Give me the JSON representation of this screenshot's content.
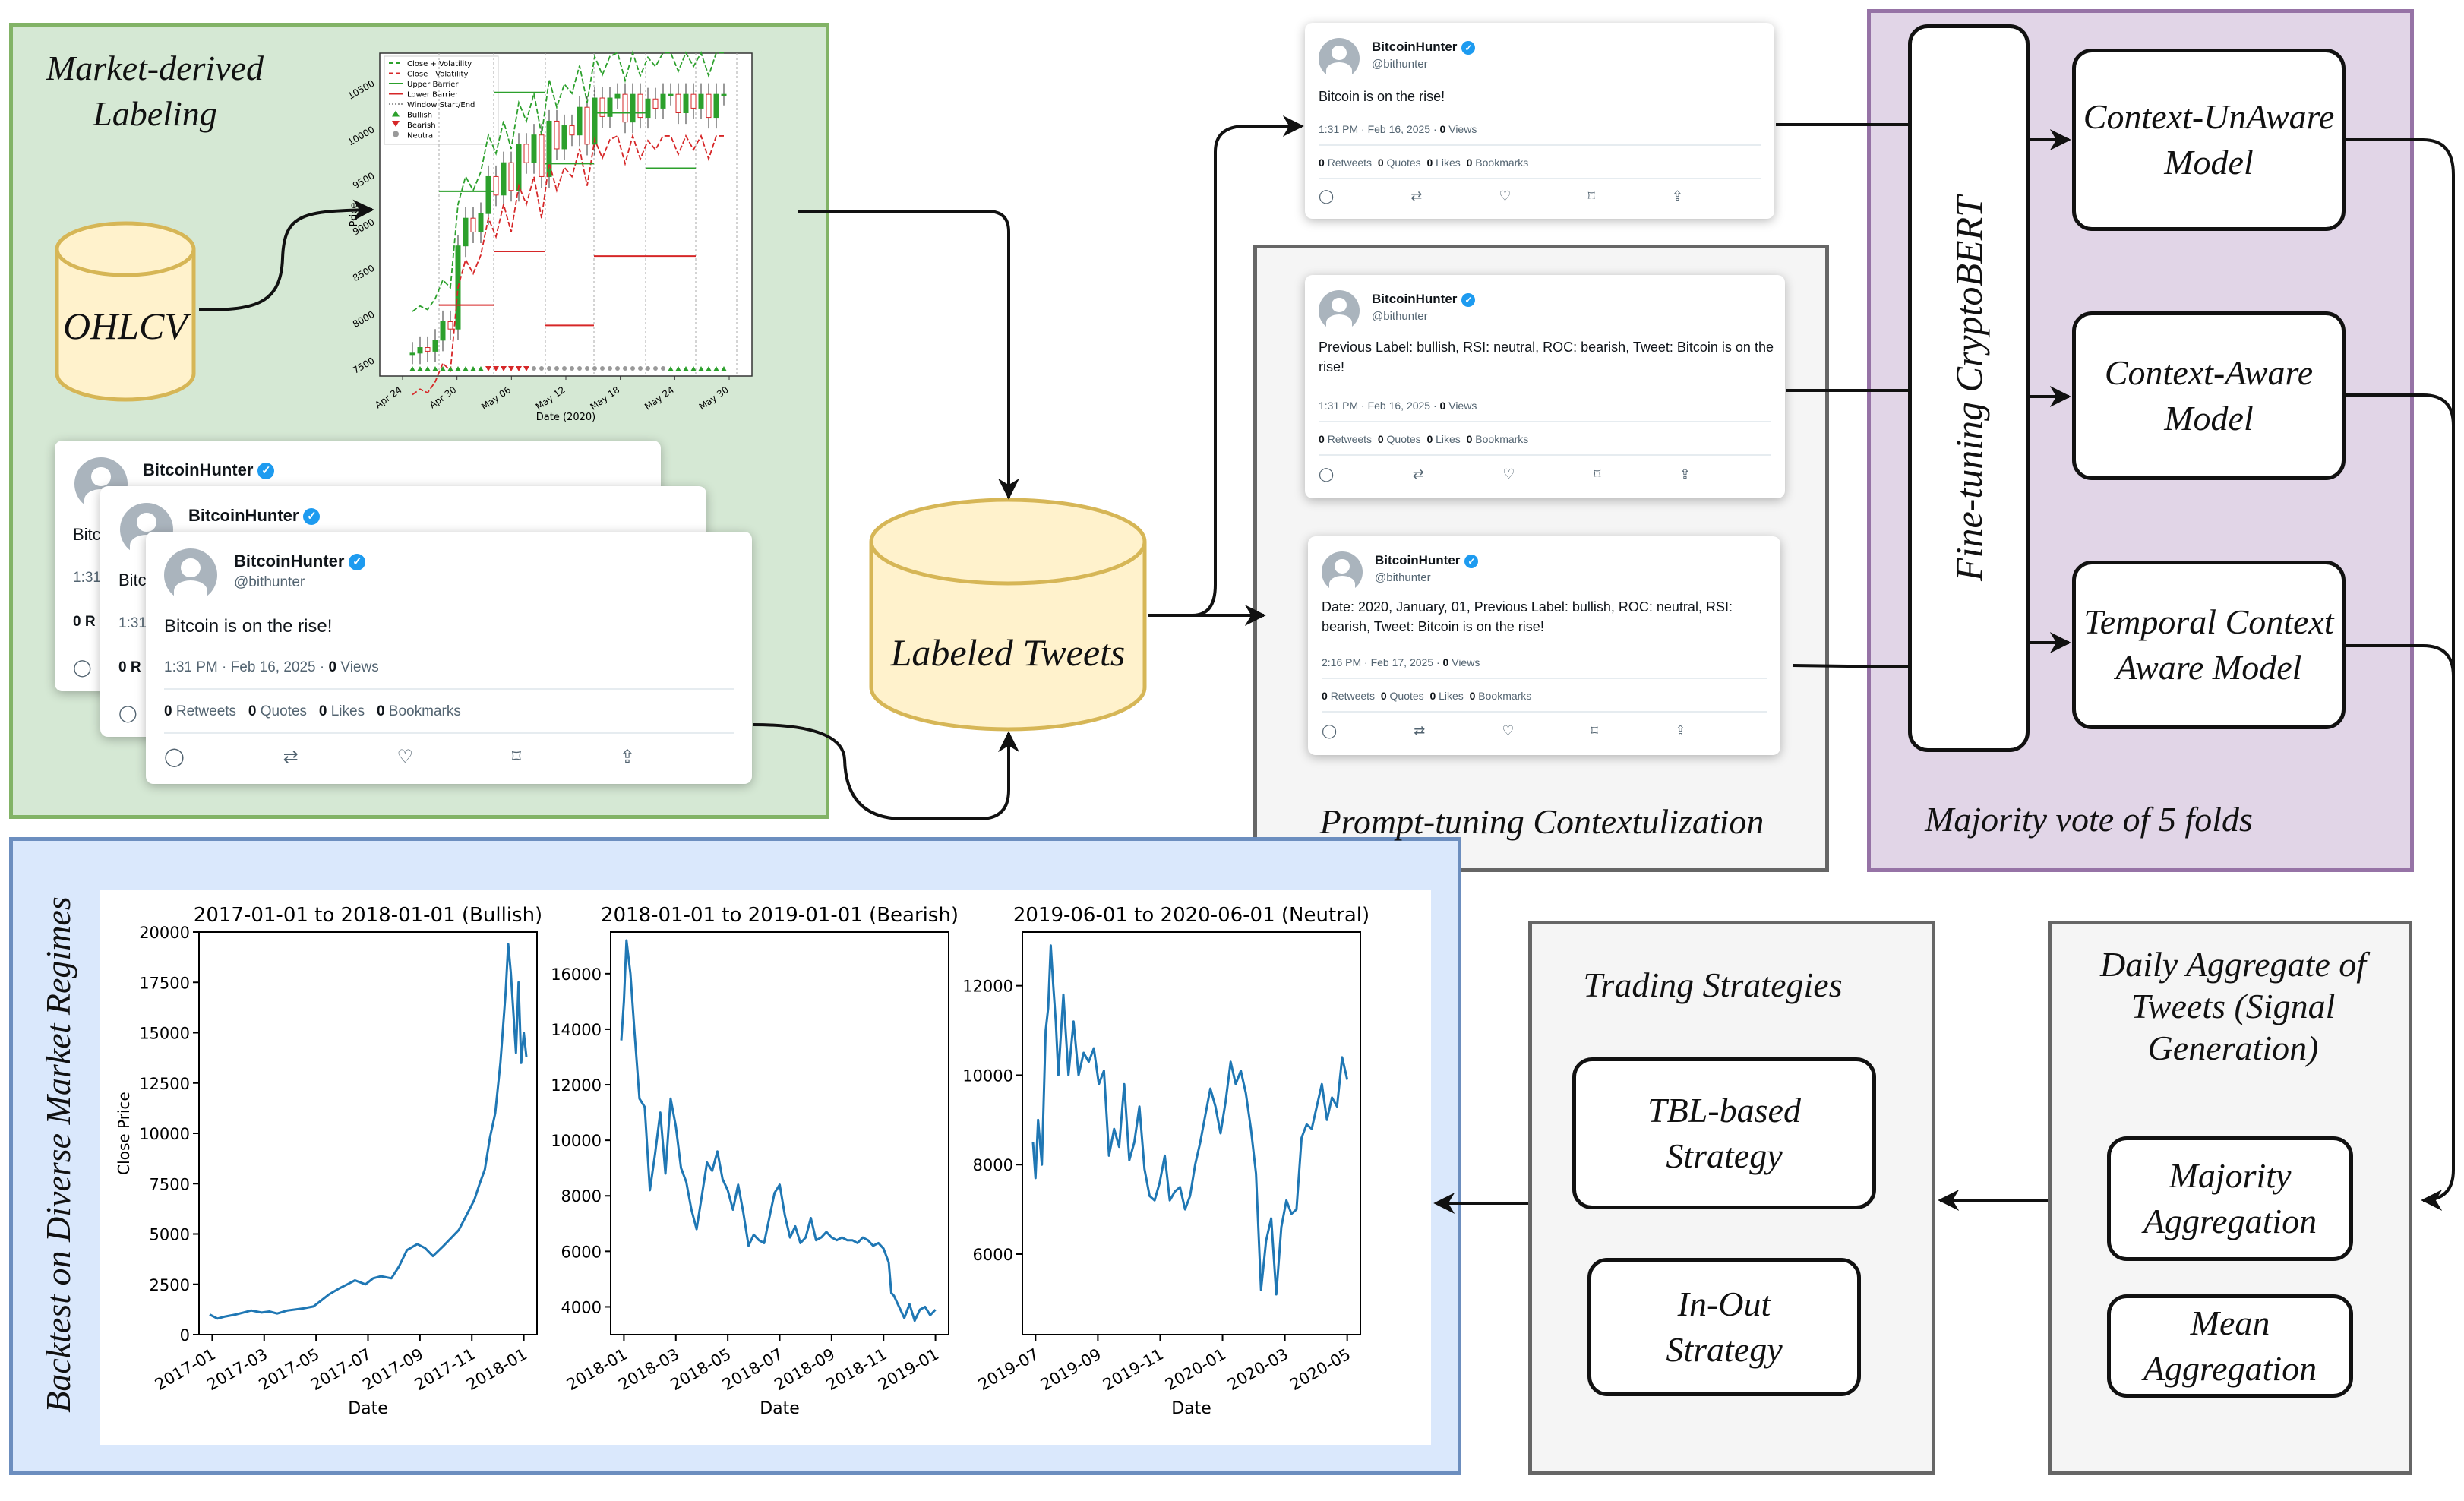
{
  "colors": {
    "green_region": "#d5e8d4",
    "green_border": "#82b366",
    "purple_region": "#e1d5e7",
    "purple_border": "#9673a6",
    "blue_region": "#dae8fc",
    "blue_border": "#6c8ebf",
    "gray_region": "#f5f5f5",
    "gray_border": "#666666",
    "cylinder_fill": "#fff2cc",
    "cylinder_border": "#d6b656",
    "line_color": "#1f77b4"
  },
  "labels": {
    "market_labeling": "Market-derived\nLabeling",
    "ohlcv": "OHLCV",
    "labeled_tweets": "Labeled Tweets",
    "prompt_tuning": "Prompt-tuning Contextulization",
    "fine_tuning": "Fine-tuning CryptoBERT",
    "majority_vote": "Majority vote of 5 folds",
    "backtest": "Backtest on Diverse Market Regimes",
    "trading_strategies": "Trading Strategies",
    "daily_aggregate": "Daily Aggregate of\nTweets (Signal\nGeneration)"
  },
  "models": [
    {
      "label": "Context-UnAware\nModel"
    },
    {
      "label": "Context-Aware\nModel"
    },
    {
      "label": "Temporal Context\nAware Model"
    }
  ],
  "strategies": [
    {
      "label": "TBL-based\nStrategy"
    },
    {
      "label": "In-Out\nStrategy"
    }
  ],
  "aggregations": [
    {
      "label": "Majority\nAggregation"
    },
    {
      "label": "Mean\nAggregation"
    }
  ],
  "tweet_common": {
    "name": "BitcoinHunter",
    "handle": "@bithunter",
    "verified_icon": "check",
    "stats_retweets": "0",
    "stats_retweets_label": "Retweets",
    "stats_quotes": "0",
    "stats_quotes_label": "Quotes",
    "stats_likes": "0",
    "stats_likes_label": "Likes",
    "stats_bookmarks": "0",
    "stats_bookmarks_label": "Bookmarks",
    "views_count": "0",
    "views_label": "Views"
  },
  "tweets": {
    "stack_back1": {
      "text_fragment": "Bitc",
      "time_fragment": "1:31",
      "stats_fragment": "0 R"
    },
    "stack_back2": {
      "text_fragment": "Bitc",
      "time_fragment": "1:31",
      "stats_fragment": "0 R"
    },
    "stack_front": {
      "text": "Bitcoin is on the rise!",
      "time": "1:31 PM · Feb 16, 2025"
    },
    "top": {
      "text": "Bitcoin is on the rise!",
      "time": "1:31 PM · Feb 16, 2025"
    },
    "context": {
      "text": "Previous Label: bullish, RSI: neutral, ROC: bearish, Tweet: Bitcoin is on the rise!",
      "time": "1:31 PM · Feb 16, 2025"
    },
    "temporal": {
      "text": "Date: 2020, January, 01, Previous Label: bullish, ROC: neutral, RSI: bearish, Tweet: Bitcoin is on the rise!",
      "time": "2:16 PM · Feb 17, 2025"
    }
  },
  "chart_data": [
    {
      "type": "line",
      "title": "2017-01-01 to 2018-01-01 (Bullish)",
      "xlabel": "Date",
      "ylabel": "Close Price",
      "ylim": [
        0,
        20000
      ],
      "yticks": [
        0,
        2500,
        5000,
        7500,
        10000,
        12500,
        15000,
        17500,
        20000
      ],
      "xticks": [
        "2017-01",
        "2017-03",
        "2017-05",
        "2017-07",
        "2017-09",
        "2017-11",
        "2018-01"
      ],
      "xrange_months": [
        0,
        12.2
      ],
      "series": [
        {
          "x": [
            0,
            0.3,
            0.6,
            1,
            1.3,
            1.6,
            2,
            2.3,
            2.6,
            3,
            3.3,
            3.6,
            4,
            4.3,
            4.6,
            5,
            5.3,
            5.6,
            6,
            6.3,
            6.6,
            7,
            7.3,
            7.6,
            8,
            8.3,
            8.6,
            9,
            9.3,
            9.6,
            10,
            10.2,
            10.4,
            10.6,
            10.8,
            11,
            11.2,
            11.4,
            11.5,
            11.6,
            11.7,
            11.8,
            11.9,
            12,
            12.1,
            12.2
          ],
          "y": [
            1000,
            800,
            900,
            1000,
            1100,
            1200,
            1100,
            1150,
            1050,
            1200,
            1250,
            1300,
            1400,
            1700,
            2000,
            2300,
            2500,
            2700,
            2500,
            2800,
            2900,
            2800,
            3400,
            4200,
            4500,
            4300,
            3900,
            4400,
            4800,
            5200,
            6200,
            6700,
            7500,
            8200,
            9800,
            11000,
            13500,
            17000,
            19400,
            18000,
            16000,
            14000,
            17500,
            13500,
            15000,
            13800
          ]
        }
      ]
    },
    {
      "type": "line",
      "title": "2018-01-01 to 2019-01-01 (Bearish)",
      "xlabel": "Date",
      "ylabel": "",
      "ylim": [
        3000,
        17500
      ],
      "yticks": [
        4000,
        6000,
        8000,
        10000,
        12000,
        14000,
        16000
      ],
      "xticks": [
        "2018-01",
        "2018-03",
        "2018-05",
        "2018-07",
        "2018-09",
        "2018-11",
        "2019-01"
      ],
      "xrange_months": [
        0,
        12.2
      ],
      "series": [
        {
          "x": [
            0,
            0.1,
            0.2,
            0.35,
            0.5,
            0.7,
            0.9,
            1.1,
            1.3,
            1.5,
            1.7,
            1.9,
            2.1,
            2.3,
            2.5,
            2.7,
            2.9,
            3.1,
            3.3,
            3.5,
            3.7,
            3.9,
            4.1,
            4.3,
            4.5,
            4.7,
            4.9,
            5.1,
            5.3,
            5.5,
            5.7,
            5.9,
            6.1,
            6.3,
            6.5,
            6.7,
            6.9,
            7.1,
            7.3,
            7.5,
            7.7,
            7.9,
            8.1,
            8.3,
            8.5,
            8.7,
            8.9,
            9.1,
            9.3,
            9.5,
            9.7,
            9.9,
            10.1,
            10.3,
            10.4,
            10.5,
            10.6,
            10.7,
            10.9,
            11.1,
            11.3,
            11.5,
            11.7,
            11.9,
            12.1
          ],
          "y": [
            13600,
            15000,
            17200,
            16000,
            14000,
            11500,
            11200,
            8200,
            9500,
            11000,
            8800,
            11500,
            10500,
            9000,
            8500,
            7500,
            6800,
            8000,
            9200,
            8900,
            9600,
            8600,
            8200,
            7500,
            8400,
            7400,
            6200,
            6600,
            6400,
            6300,
            7200,
            8100,
            8400,
            7300,
            6500,
            6900,
            6300,
            6500,
            7200,
            6400,
            6500,
            6700,
            6500,
            6400,
            6500,
            6400,
            6400,
            6300,
            6500,
            6400,
            6200,
            6300,
            6100,
            5600,
            4500,
            4400,
            4200,
            4000,
            3600,
            4100,
            3500,
            3900,
            4000,
            3700,
            3900
          ]
        }
      ]
    },
    {
      "type": "line",
      "title": "2019-06-01 to 2020-06-01 (Neutral)",
      "xlabel": "Date",
      "ylabel": "",
      "ylim": [
        4200,
        13200
      ],
      "yticks": [
        6000,
        8000,
        10000,
        12000
      ],
      "xticks": [
        "2019-07",
        "2019-09",
        "2019-11",
        "2020-01",
        "2020-03",
        "2020-05"
      ],
      "xrange_months": [
        0,
        12.5
      ],
      "series": [
        {
          "x": [
            0,
            0.1,
            0.2,
            0.35,
            0.5,
            0.6,
            0.7,
            0.8,
            0.9,
            1,
            1.2,
            1.4,
            1.6,
            1.8,
            2,
            2.2,
            2.4,
            2.6,
            2.8,
            3,
            3.2,
            3.4,
            3.6,
            3.8,
            4,
            4.2,
            4.4,
            4.6,
            4.8,
            5,
            5.2,
            5.4,
            5.6,
            5.8,
            6,
            6.2,
            6.4,
            6.6,
            6.8,
            7,
            7.2,
            7.4,
            7.6,
            7.8,
            8,
            8.2,
            8.4,
            8.6,
            8.8,
            9,
            9.2,
            9.4,
            9.6,
            9.8,
            10,
            10.2,
            10.4,
            10.6,
            10.8,
            11,
            11.2,
            11.4,
            11.6,
            11.8,
            12,
            12.2,
            12.4
          ],
          "y": [
            8500,
            7700,
            9000,
            8000,
            11000,
            11500,
            12900,
            12000,
            11200,
            10000,
            11800,
            10000,
            11200,
            10000,
            10500,
            10300,
            10600,
            9800,
            10100,
            8200,
            8800,
            8400,
            9800,
            8100,
            8500,
            9300,
            7900,
            7300,
            7200,
            7600,
            8200,
            7200,
            7400,
            7500,
            7000,
            7300,
            8000,
            8500,
            9100,
            9700,
            9300,
            8700,
            9400,
            10300,
            9800,
            10100,
            9600,
            8800,
            7800,
            5200,
            6300,
            6800,
            5100,
            6600,
            7200,
            6900,
            7000,
            8600,
            8900,
            8800,
            9300,
            9800,
            9000,
            9500,
            9300,
            10400,
            9900
          ]
        }
      ]
    }
  ],
  "mini_chart": {
    "legend": [
      "Close + Volatility",
      "Close - Volatility",
      "Upper Barrier",
      "Lower Barrier",
      "Window Start/End",
      "Bullish",
      "Bearish",
      "Neutral"
    ],
    "ylabel": "Price",
    "xlabel": "Date (2020)",
    "yticks": [
      "7500",
      "8000",
      "8500",
      "9000",
      "9500",
      "10000",
      "10500"
    ],
    "xticks": [
      "Apr 24",
      "Apr 30",
      "May 06",
      "May 12",
      "May 18",
      "May 24",
      "May 30"
    ]
  }
}
